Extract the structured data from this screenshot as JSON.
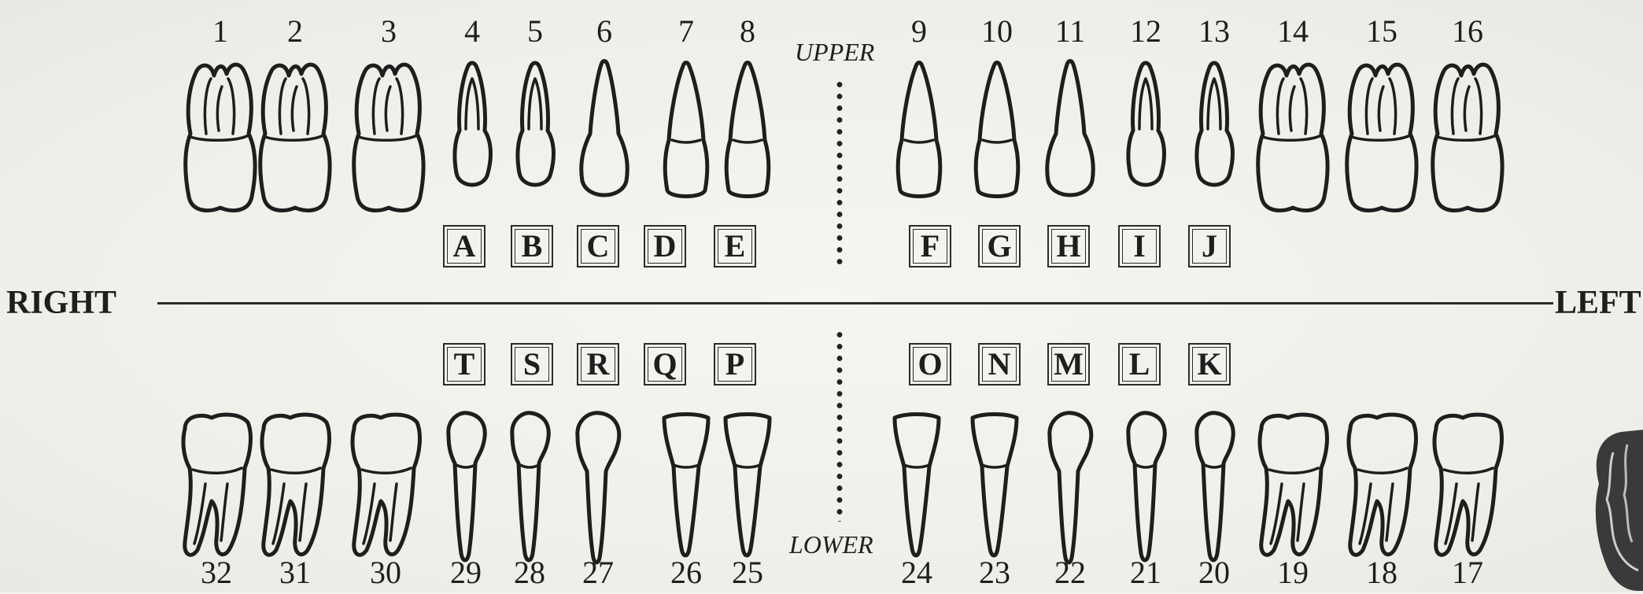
{
  "labels": {
    "right": "RIGHT",
    "left": "LEFT",
    "upper": "UPPER",
    "lower": "LOWER"
  },
  "upper_teeth": [
    {
      "number": "1",
      "type": "molar"
    },
    {
      "number": "2",
      "type": "molar"
    },
    {
      "number": "3",
      "type": "molar"
    },
    {
      "number": "4",
      "type": "premolar"
    },
    {
      "number": "5",
      "type": "premolar"
    },
    {
      "number": "6",
      "type": "canine"
    },
    {
      "number": "7",
      "type": "incisor"
    },
    {
      "number": "8",
      "type": "incisor"
    },
    {
      "number": "9",
      "type": "incisor"
    },
    {
      "number": "10",
      "type": "incisor"
    },
    {
      "number": "11",
      "type": "canine"
    },
    {
      "number": "12",
      "type": "premolar"
    },
    {
      "number": "13",
      "type": "premolar"
    },
    {
      "number": "14",
      "type": "molar"
    },
    {
      "number": "15",
      "type": "molar"
    },
    {
      "number": "16",
      "type": "molar"
    }
  ],
  "lower_teeth": [
    {
      "number": "32",
      "type": "molar"
    },
    {
      "number": "31",
      "type": "molar"
    },
    {
      "number": "30",
      "type": "molar"
    },
    {
      "number": "29",
      "type": "premolar"
    },
    {
      "number": "28",
      "type": "premolar"
    },
    {
      "number": "27",
      "type": "canine"
    },
    {
      "number": "26",
      "type": "incisor"
    },
    {
      "number": "25",
      "type": "incisor"
    },
    {
      "number": "24",
      "type": "incisor"
    },
    {
      "number": "23",
      "type": "incisor"
    },
    {
      "number": "22",
      "type": "canine"
    },
    {
      "number": "21",
      "type": "premolar"
    },
    {
      "number": "20",
      "type": "premolar"
    },
    {
      "number": "19",
      "type": "molar"
    },
    {
      "number": "18",
      "type": "molar"
    },
    {
      "number": "17",
      "type": "molar"
    }
  ],
  "primary_upper": [
    "A",
    "B",
    "C",
    "D",
    "E",
    "F",
    "G",
    "H",
    "I",
    "J"
  ],
  "primary_lower": [
    "T",
    "S",
    "R",
    "Q",
    "P",
    "O",
    "N",
    "M",
    "L",
    "K"
  ],
  "colors": {
    "ink": "#1e1e1e",
    "paper": "#f2f1ec"
  }
}
